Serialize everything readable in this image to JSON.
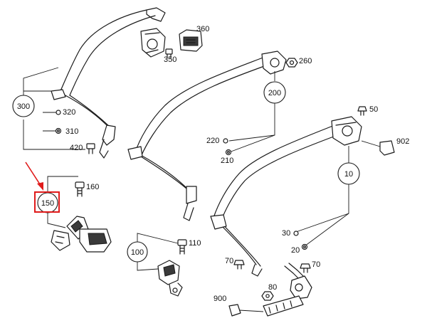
{
  "diagram": {
    "callouts": {
      "c300": "300",
      "c200": "200",
      "c10": "10",
      "c150": "150",
      "c100": "100"
    },
    "labels": {
      "l360": "360",
      "l350": "350",
      "l260": "260",
      "l320": "320",
      "l310": "310",
      "l420": "420",
      "l50": "50",
      "l902": "902",
      "l220": "220",
      "l210": "210",
      "l160": "160",
      "l110": "110",
      "l30": "30",
      "l20": "20",
      "l70a": "70",
      "l70b": "70",
      "l80": "80",
      "l900": "900"
    },
    "highlight": {
      "color": "#e01b1b",
      "target": "150"
    }
  }
}
